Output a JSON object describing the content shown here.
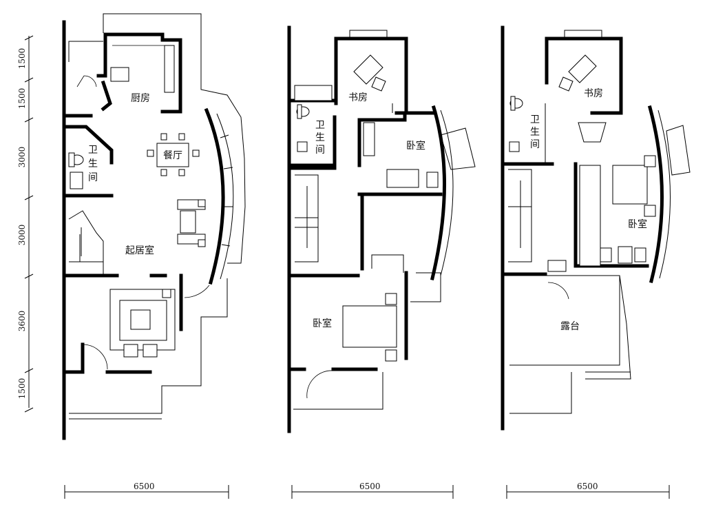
{
  "plans": [
    {
      "id": "ground-floor",
      "rooms": {
        "kitchen": "厨房",
        "dining": "餐厅",
        "living": "起居室",
        "bathroom": [
          "卫",
          "生",
          "间"
        ]
      },
      "width_dimension": "6500"
    },
    {
      "id": "second-floor",
      "rooms": {
        "study": "书房",
        "bedroom_upper": "卧室",
        "bedroom_lower": "卧室",
        "bathroom": [
          "卫",
          "生",
          "间"
        ]
      },
      "width_dimension": "6500"
    },
    {
      "id": "third-floor",
      "rooms": {
        "study": "书房",
        "bedroom": "卧室",
        "terrace": "露台",
        "bathroom": [
          "卫",
          "生",
          "间"
        ]
      },
      "width_dimension": "6500"
    }
  ],
  "vertical_dimensions": [
    "1500",
    "1500",
    "3000",
    "3000",
    "3600",
    "1500"
  ]
}
